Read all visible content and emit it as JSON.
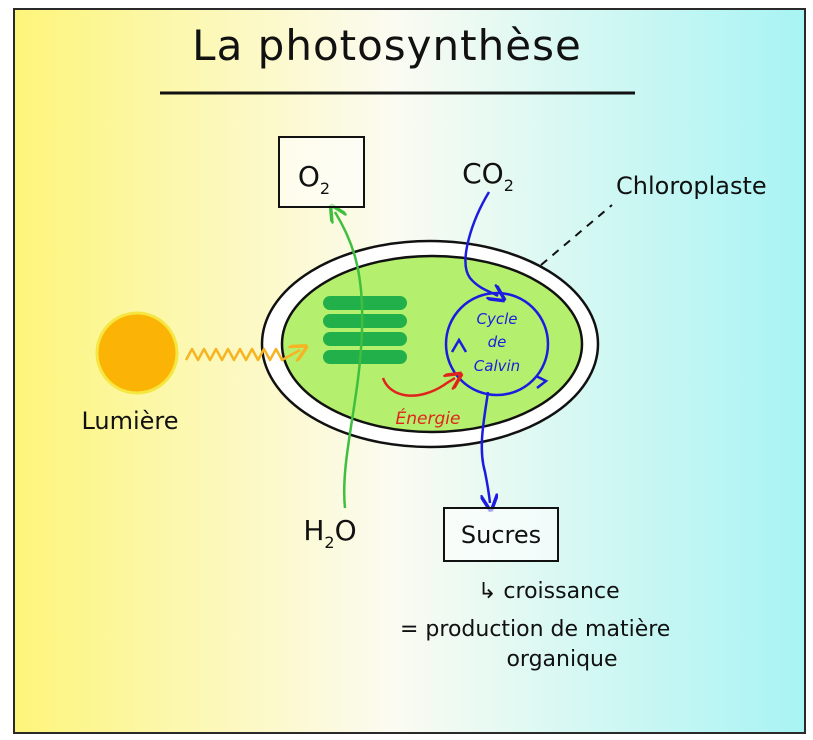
{
  "title": "La photosynthèse",
  "labels": {
    "oxygen_base": "O",
    "oxygen_sub": "2",
    "co2_base": "CO",
    "co2_sub": "2",
    "chloroplast": "Chloroplaste",
    "light": "Lumière",
    "water_h": "H",
    "water_sub": "2",
    "water_o": "O",
    "calvin_line1": "Cycle",
    "calvin_line2": "de",
    "calvin_line3": "Calvin",
    "energy": "Énergie",
    "sugars": "Sucres",
    "growth": "↳ croissance",
    "production_line1": "= production de matière",
    "production_line2": "organique"
  },
  "colors": {
    "background_left": "#fdf57a",
    "background_mid": "#fbfbf2",
    "background_right": "#a8f4f4",
    "stroma": "#b5ef6e",
    "thylakoid": "#22b04a",
    "sun": "#fbb305",
    "sun_outline": "#f5e642",
    "oxygen_arrow": "#3fbf3f",
    "carbon_arrow": "#1c1ce0",
    "energy_arrow": "#e0241c",
    "light_wave": "#f7b422"
  }
}
